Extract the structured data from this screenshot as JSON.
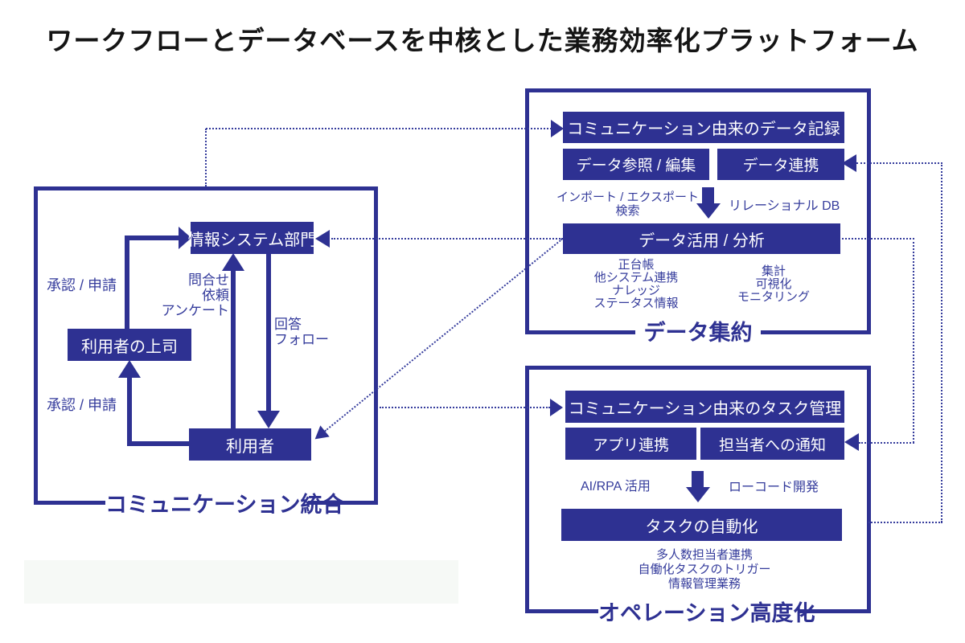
{
  "title": "ワークフローとデータベースを中核とした業務効率化プラットフォーム",
  "colors": {
    "primary": "#2e3192",
    "label_blue": "#353c9c",
    "background": "#ffffff"
  },
  "communication_group": {
    "label": "コミュニケーション統合",
    "it_department": "情報システム部門",
    "user_boss": "利用者の上司",
    "user": "利用者",
    "approval_upper": "承認 / 申請",
    "approval_lower": "承認 / 申請",
    "inquiry_lines": [
      "問合せ",
      "依頼",
      "アンケート"
    ],
    "reply_lines": [
      "回答",
      "フォロー"
    ]
  },
  "data_group": {
    "label": "データ集約",
    "header": "コミュニケーション由来のデータ記録",
    "reference_edit": "データ参照 / 編集",
    "data_link": "データ連携",
    "import_export_lines": [
      "インポート / エクスポート",
      "検索"
    ],
    "relational_db": "リレーショナル DB",
    "main": "データ活用 / 分析",
    "list_left": [
      "正台帳",
      "他システム連携",
      "ナレッジ",
      "ステータス情報"
    ],
    "list_right": [
      "集計",
      "可視化",
      "モニタリング"
    ]
  },
  "operation_group": {
    "label": "オペレーション高度化",
    "header": "コミュニケーション由来のタスク管理",
    "app_link": "アプリ連携",
    "notify": "担当者への通知",
    "ai_rpa": "AI/RPA 活用",
    "low_code": "ローコード開発",
    "main": "タスクの自動化",
    "list": [
      "多人数担当者連携",
      "自働化タスクのトリガー",
      "情報管理業務"
    ]
  }
}
